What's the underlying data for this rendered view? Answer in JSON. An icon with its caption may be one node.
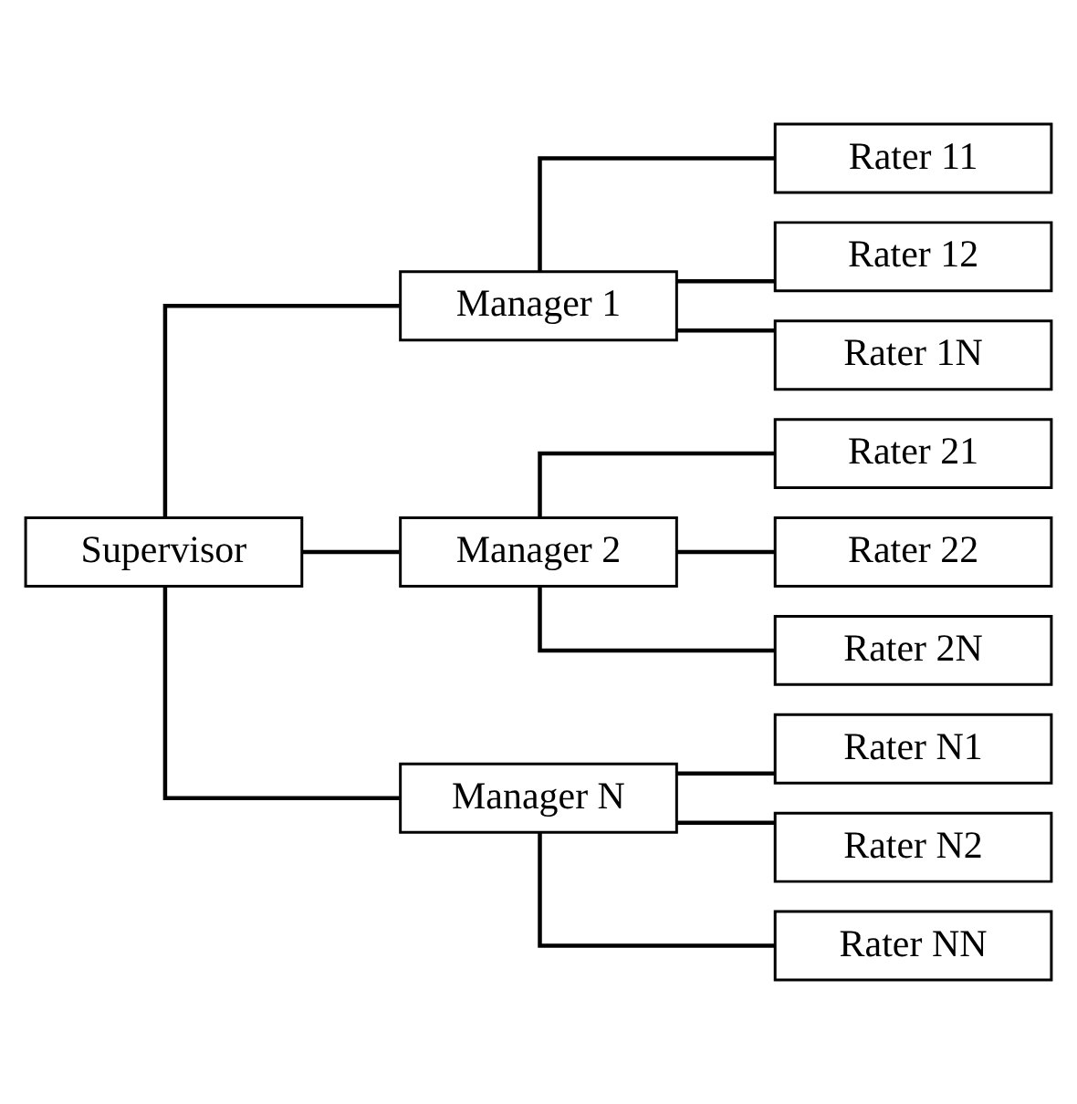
{
  "diagram": {
    "nodes": [
      {
        "text": [
          "Supervisor"
        ]
      },
      {
        "text": [
          "Manager 1"
        ]
      },
      {
        "text": [
          "Manager 2"
        ]
      },
      {
        "text": [
          "Manager N"
        ]
      },
      {
        "text": [
          "Rater 11"
        ]
      },
      {
        "text": [
          "Rater 12"
        ]
      },
      {
        "text": [
          "Rater 1N"
        ]
      },
      {
        "text": [
          "Rater 21"
        ]
      },
      {
        "text": [
          "Rater 22"
        ]
      },
      {
        "text": [
          "Rater 2N"
        ]
      },
      {
        "text": [
          "Rater N1"
        ]
      },
      {
        "text": [
          "Rater N2"
        ]
      },
      {
        "text": [
          "Rater NN"
        ]
      }
    ],
    "edges": [
      {
        "from": 0,
        "to": 1,
        "arrow": "none"
      },
      {
        "from": 0,
        "to": 2,
        "arrow": "none"
      },
      {
        "from": 0,
        "to": 3,
        "arrow": "none"
      },
      {
        "from": 1,
        "to": 4,
        "arrow": "none"
      },
      {
        "from": 1,
        "to": 5,
        "arrow": "none"
      },
      {
        "from": 1,
        "to": 6,
        "arrow": "none"
      },
      {
        "from": 2,
        "to": 7,
        "arrow": "none"
      },
      {
        "from": 2,
        "to": 8,
        "arrow": "none"
      },
      {
        "from": 2,
        "to": 9,
        "arrow": "none"
      },
      {
        "from": 3,
        "to": 10,
        "arrow": "none"
      },
      {
        "from": 3,
        "to": 11,
        "arrow": "none"
      },
      {
        "from": 3,
        "to": 12,
        "arrow": "none"
      }
    ]
  }
}
